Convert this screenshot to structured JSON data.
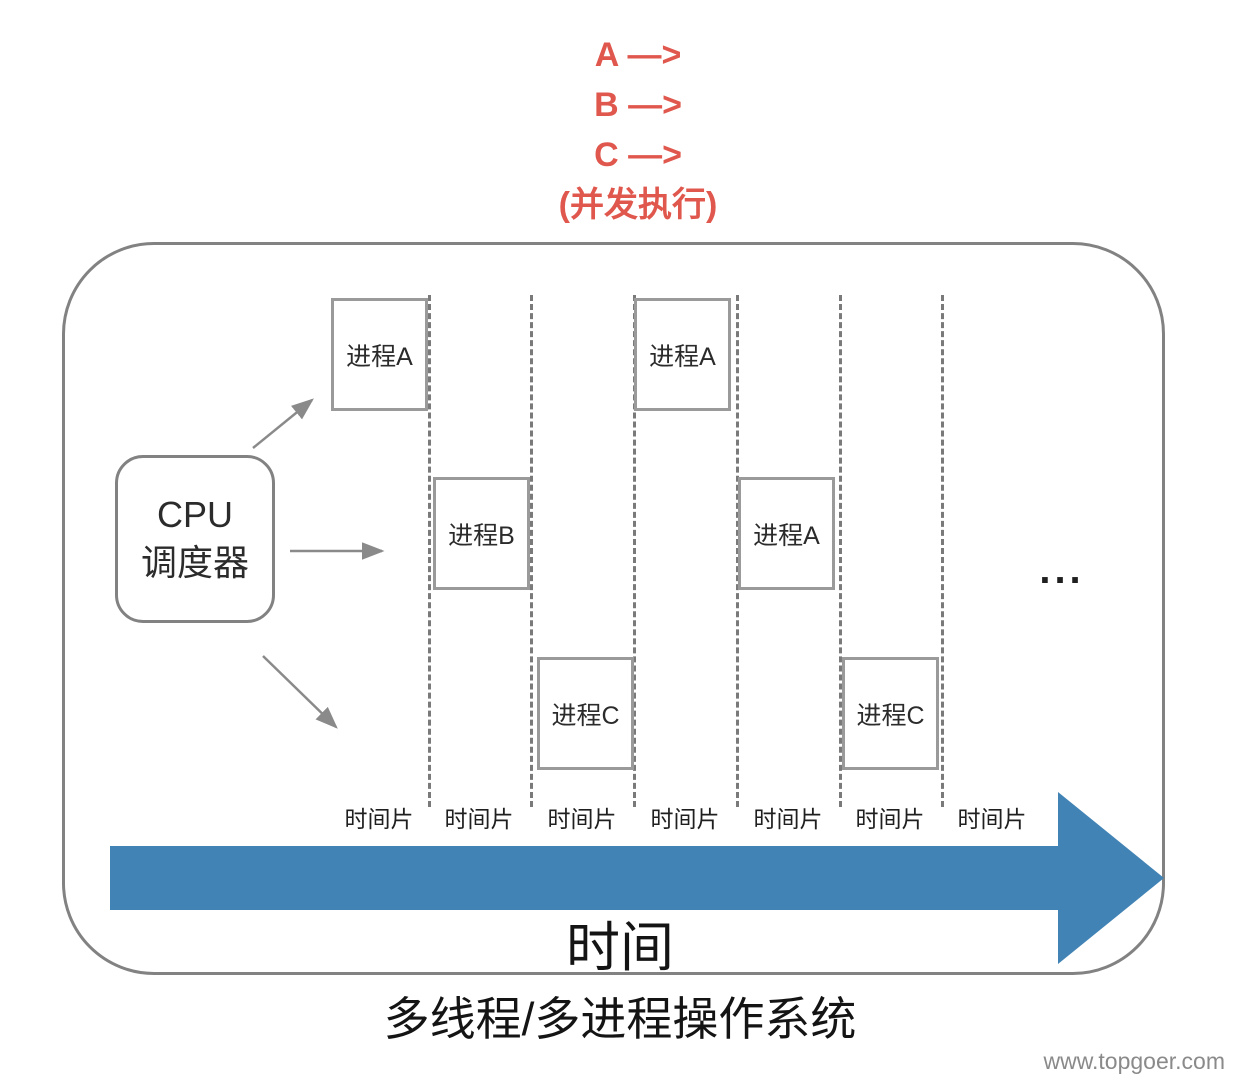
{
  "annotation": {
    "lines": [
      "A —>",
      "B —>",
      "C —>",
      "(并发执行)"
    ]
  },
  "scheduler": {
    "title_line1": "CPU",
    "title_line2": "调度器"
  },
  "processes": [
    {
      "label": "进程A"
    },
    {
      "label": "进程B"
    },
    {
      "label": "进程C"
    },
    {
      "label": "进程A"
    },
    {
      "label": "进程A"
    },
    {
      "label": "进程C"
    }
  ],
  "time_slices": [
    "时间片",
    "时间片",
    "时间片",
    "时间片",
    "时间片",
    "时间片",
    "时间片"
  ],
  "ellipsis": "...",
  "timeline": {
    "label": "时间"
  },
  "caption": "多线程/多进程操作系统",
  "watermark": "www.topgoer.com",
  "colors": {
    "annotation_red": "#e0574d",
    "timeline_blue": "#4183b5",
    "border_gray": "#828282"
  }
}
